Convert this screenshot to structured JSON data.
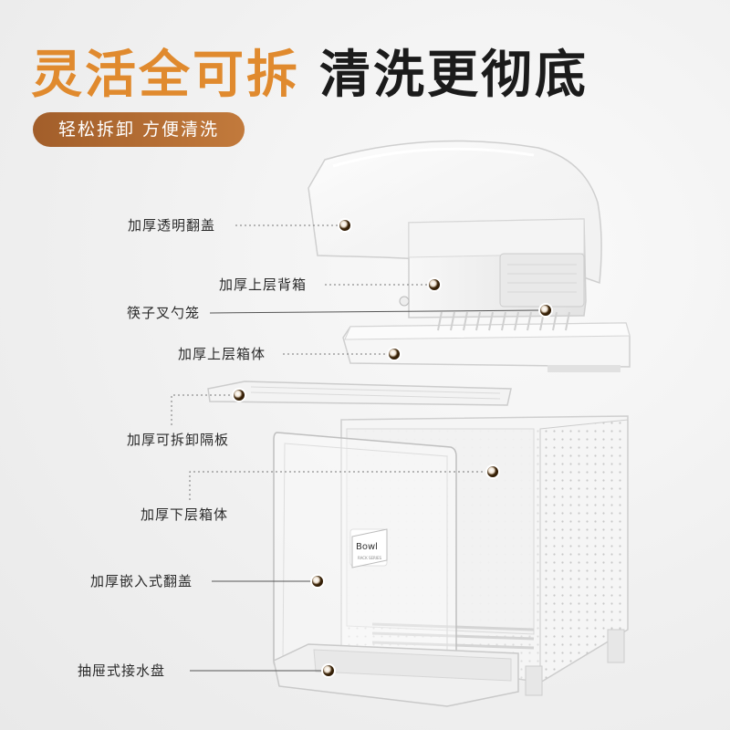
{
  "headline": {
    "part1": "灵活全可拆",
    "part2": "清洗更彻底"
  },
  "tagline": "轻松拆卸 方便清洗",
  "bowl_card": {
    "title": "Bowl",
    "subtitle": "RACK SERIES"
  },
  "callouts": [
    {
      "id": "transparent-lid",
      "label": "加厚透明翻盖"
    },
    {
      "id": "upper-back-box",
      "label": "加厚上层背箱"
    },
    {
      "id": "cutlery-basket",
      "label": "筷子叉勺笼"
    },
    {
      "id": "upper-box-body",
      "label": "加厚上层箱体"
    },
    {
      "id": "removable-divider",
      "label": "加厚可拆卸隔板"
    },
    {
      "id": "lower-box-body",
      "label": "加厚下层箱体"
    },
    {
      "id": "embedded-lid",
      "label": "加厚嵌入式翻盖"
    },
    {
      "id": "drawer-drip-tray",
      "label": "抽屉式接水盘"
    }
  ],
  "colors": {
    "accent_orange": "#e08a2e",
    "pill_brown": "#b06a30",
    "headline_dark": "#1b1b1b",
    "marker": "#5a3a14"
  }
}
